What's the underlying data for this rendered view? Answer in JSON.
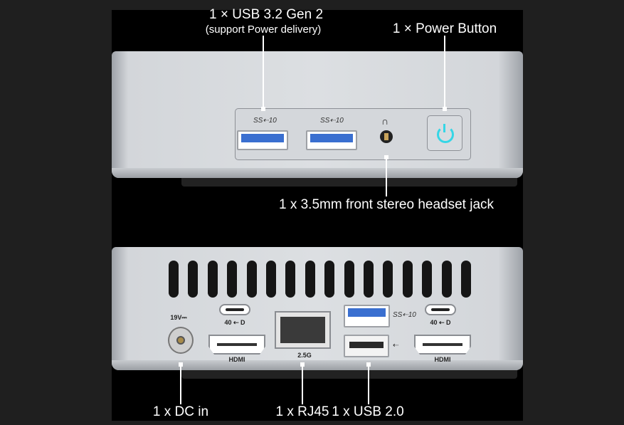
{
  "front": {
    "callouts": {
      "usb32_title": "1 × USB 3.2 Gen 2",
      "usb32_sub": "(support Power delivery)",
      "power": "1 × Power Button",
      "jack": "1 x 3.5mm front stereo headset jack"
    },
    "port_marks": {
      "usb_a": "SS⇠10",
      "usb_b": "SS⇠10"
    }
  },
  "rear": {
    "callouts": {
      "dc": "1 x DC in",
      "rj45": "1 x RJ45",
      "usb2": "1 x USB 2.0"
    },
    "marks": {
      "dc_voltage": "19V⎓",
      "typec_left": "40 ⇠ D",
      "typec_right": "40 ⇠ D",
      "hdmi_left": "HDMI",
      "hdmi_right": "HDMI",
      "rj45_speed": "2.5G",
      "usb3": "SS⇠10"
    }
  },
  "colors": {
    "power_led": "#35d6e6",
    "usb3_blue": "#3a6fd0",
    "background": "#000000"
  }
}
